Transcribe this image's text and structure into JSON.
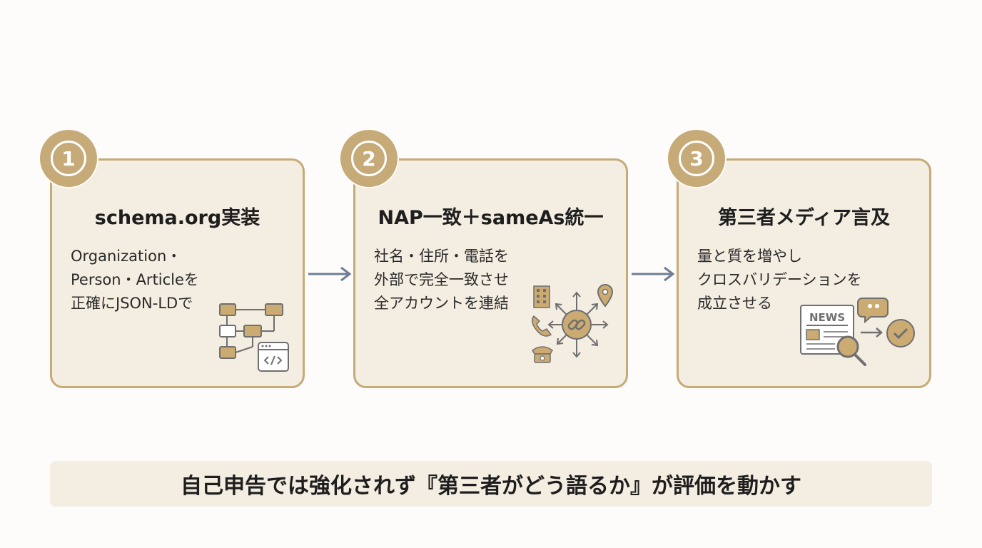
{
  "steps": [
    {
      "number": "1",
      "title": "schema.org実装",
      "lines": [
        "Organization・",
        "Person・Articleを",
        "正確にJSON-LDで"
      ]
    },
    {
      "number": "2",
      "title": "NAP一致＋sameAs統一",
      "lines": [
        "社名・住所・電話を",
        "外部で完全一致させ",
        "全アカウントを連結"
      ]
    },
    {
      "number": "3",
      "title": "第三者メディア言及",
      "lines": [
        "量と質を増やし",
        "クロスバリデーションを",
        "成立させる"
      ]
    }
  ],
  "news_label": "NEWS",
  "footer": "自己申告では強化されず『第三者がどう語るか』が評価を動かす",
  "colors": {
    "accent": "#c6aa78",
    "card_bg": "#f4ede1",
    "arrow": "#6f7e94",
    "icon_fill": "#cbab72",
    "icon_stroke": "#6f6f70"
  }
}
